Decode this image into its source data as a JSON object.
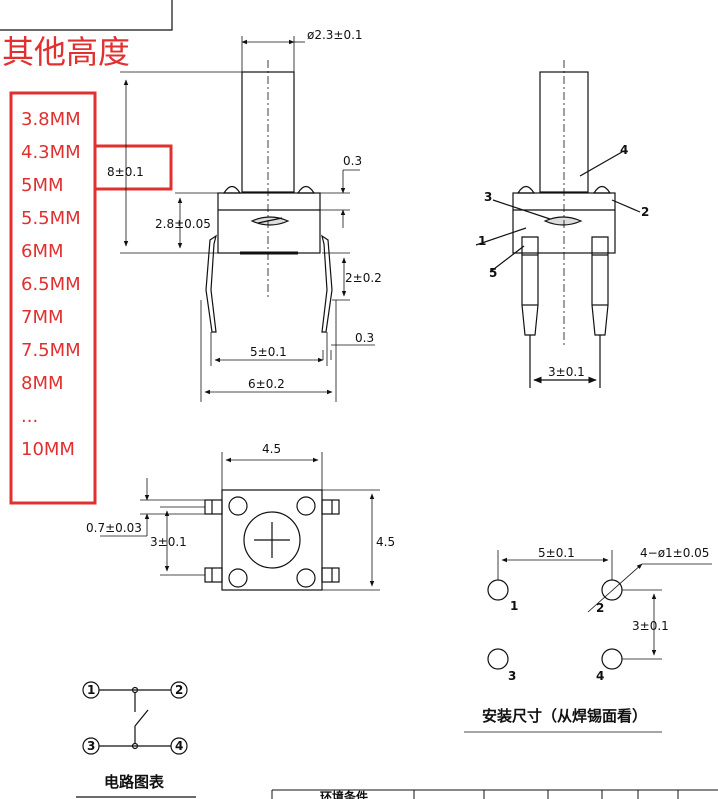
{
  "colors": {
    "accent_red": "#e03030",
    "line": "#111111"
  },
  "heights_panel": {
    "title": "其他高度",
    "items": [
      "3.8MM",
      "4.3MM",
      "5MM",
      "5.5MM",
      "6MM",
      "6.5MM",
      "7MM",
      "7.5MM",
      "8MM",
      "...",
      "10MM"
    ]
  },
  "side_view": {
    "dim_top_width": "ø2.3±0.1",
    "dim_height": "8±0.1",
    "dim_body": "2.8±0.05",
    "dim_gap_top": "0.3",
    "dim_leg": "2±0.2",
    "dim_pin_spacing": "5±0.1",
    "dim_pin_thick": "0.3",
    "dim_total_width": "6±0.2"
  },
  "exploded_view": {
    "part_labels": [
      "1",
      "2",
      "3",
      "4",
      "5"
    ],
    "dim_pin_spacing": "3±0.1"
  },
  "top_view": {
    "dim_width": "4.5",
    "dim_height": "4.5",
    "dim_pin_width": "0.7±0.03",
    "dim_pin_spacing": "3±0.1"
  },
  "footprint": {
    "dim_h": "5±0.1",
    "dim_hole": "4−ø1±0.05",
    "dim_v": "3±0.1",
    "pad_labels": [
      "1",
      "2",
      "3",
      "4"
    ],
    "caption": "安装尺寸（从焊锡面看）"
  },
  "circuit": {
    "node_labels": [
      "1",
      "2",
      "3",
      "4"
    ],
    "caption": "电路图表"
  },
  "bottom_table": {
    "header": "环境条件"
  }
}
